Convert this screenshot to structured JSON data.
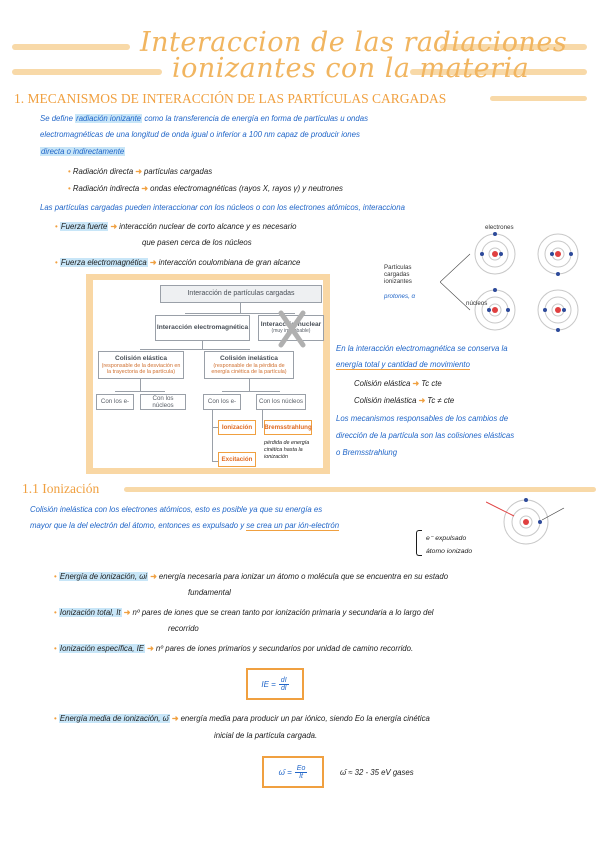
{
  "title": {
    "line1": "Interaccion de las radiaciones",
    "line2": "ionizantes con la materia"
  },
  "section1": {
    "heading": "1.  MECANISMOS DE INTERACCIÓN DE LAS PARTÍCULAS CARGADAS",
    "intro1_pre": "Se define ",
    "intro1_hl": "radiación ionizante",
    "intro1_post": " como la transferencia de energía en forma de partículas u ondas",
    "intro2": "electromagnéticas de una longitud de onda igual o inferior a 100 nm capaz de producir iones",
    "intro3": "directa o indirectamente",
    "b1_label": "Radiación directa",
    "b1_value": "partículas cargadas",
    "b2_label": "Radiación indirecta",
    "b2_value": "ondas electromagnéticas (rayos X, rayos γ) y neutrones",
    "cargadas_line": "Las partículas cargadas pueden interaccionar con los núcleos o con los electrones atómicos, interacciona",
    "f1_label": "Fuerza fuerte",
    "f1_value": "interacción nuclear de corto alcance y es necesario",
    "f1_value2": "que pasen cerca de los núcleos",
    "f2_label": "Fuerza electromagnética",
    "f2_value": "interacción coulombiana de gran alcance",
    "atom_labels": {
      "electrones": "electrones",
      "particulas": "Partículas\ncargadas\nionizantes",
      "nucleos": "núcleos",
      "protones": "protones, α"
    },
    "diagram": {
      "head": "Interacción de partículas cargadas",
      "em_title": "Interacción electromagnética",
      "nuc_title": "Interacción nuclear",
      "nuc_sub": "(muy improbable)",
      "elastic_title": "Colisión elástica",
      "elastic_sub": "(responsable de la desviación en la trayectoria de la partícula)",
      "inelastic_title": "Colisión inelástica",
      "inelastic_sub": "(responsable de la pérdida de energía cinética de la partícula)",
      "e1": "Con los e-",
      "n1": "Con los núcleos",
      "e2": "Con los e-",
      "n2": "Con los núcleos",
      "ion": "Ionización",
      "exc": "Excitación",
      "brem": "Bremsstrahlung",
      "note": "pérdida de energía cinética hasta la ionización"
    },
    "right_notes": {
      "l1": "En la interacción electromagnética se conserva la",
      "l2": "energía total y cantidad de movimiento",
      "l3": "Colisión elástica",
      "l3v": "Tc cte",
      "l4": "Colisión inelástica",
      "l4v": "Tc ≠ cte",
      "l5": "Los mecanismos responsables de los cambios de",
      "l6": "dirección de la partícula son las colisiones elásticas",
      "l7": "o Bremsstrahlung"
    }
  },
  "section11": {
    "heading": "1.1  Ionización",
    "p1": "Colisión inelástica con los electrones atómicos, esto es posible ya que su energía es",
    "p2_pre": "mayor que la del electrón del átomo, entonces es expulsado y ",
    "p2_ul": "se crea un par ión-electrón",
    "side1": "e⁻ expulsado",
    "side2": "átomo ionizado",
    "wi_label": "Energía de ionización, ωi",
    "wi_value": "energía necesaria para ionizar un átomo o molécula que se encuentra en su estado",
    "wi_value2": "fundamental",
    "it_label": "Ionización total, It",
    "it_value": "nº pares de iones que se crean tanto por ionización primaria y secundaria a lo largo del",
    "it_value2": "recorrido",
    "ie_label": "Ionización específica, IE",
    "ie_value": "nº pares de iones primarios y secundarios por unidad de camino recorrido.",
    "formula1_left": "IE =",
    "formula1_num": "dI",
    "formula1_den": "dl",
    "w_label": "Energía media de ionización, ω̄",
    "w_value": "energía media para producir un par iónico, siendo Eo la energía cinética",
    "w_value2": "inicial de la partícula cargada.",
    "formula2_left": "ω̄ =",
    "formula2_num": "Eo",
    "formula2_den": "It",
    "formula2_note": "ω̄ ≈ 32 - 35 eV gases"
  }
}
